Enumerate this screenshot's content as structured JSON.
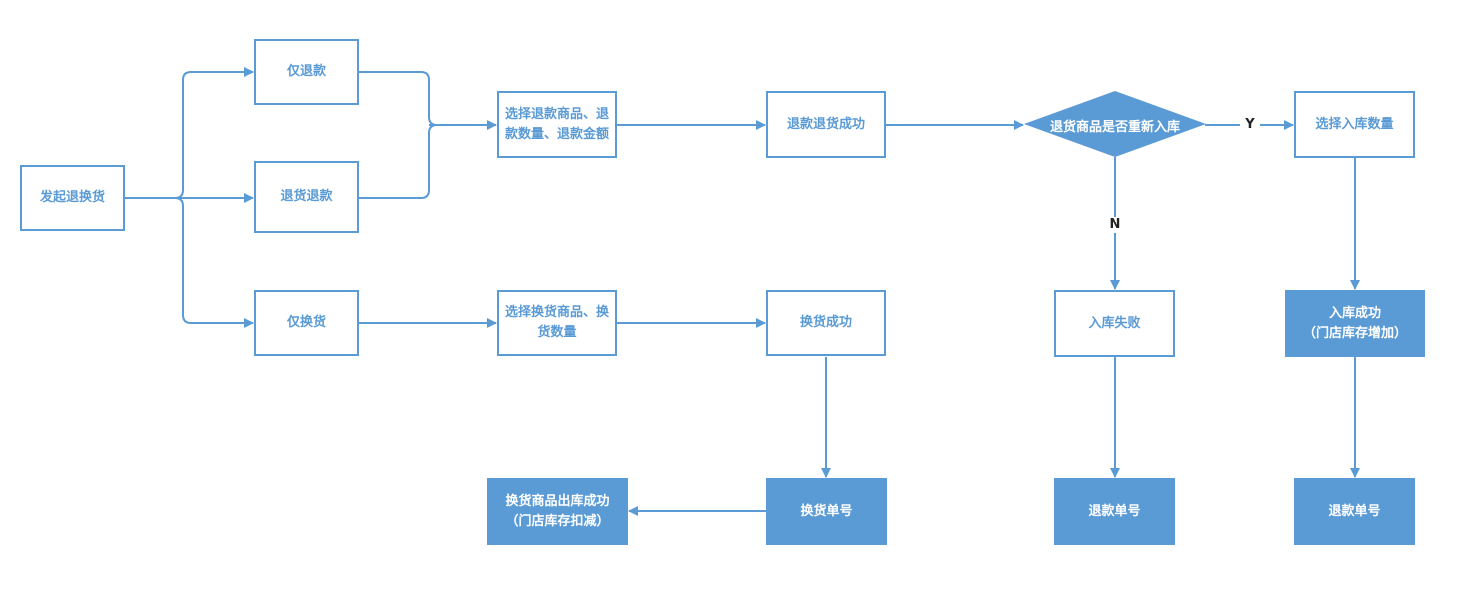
{
  "diagram": {
    "colors": {
      "accent": "#5b9bd5",
      "filled_text": "#ffffff",
      "edge_label": "#222222"
    },
    "nodes": {
      "start": "发起退换货",
      "refund_only": "仅退款",
      "return_refund": "退货退款",
      "exchange_only": "仅换货",
      "select_refund_items": "选择退款商品、退款数量、退款金额",
      "select_exchange_items": "选择换货商品、换货数量",
      "return_success": "退款退货成功",
      "exchange_success": "换货成功",
      "decision_restock": "退货商品是否重新入库",
      "select_stock_qty": "选择入库数量",
      "stock_failed": "入库失败",
      "stock_success": "入库成功\n（门店库存增加）",
      "exchange_order": "换货单号",
      "exchange_outbound": "换货商品出库成功\n（门店库存扣减）",
      "refund_order_n": "退款单号",
      "refund_order_y": "退款单号"
    },
    "edge_labels": {
      "yes": "Y",
      "no": "N"
    }
  }
}
